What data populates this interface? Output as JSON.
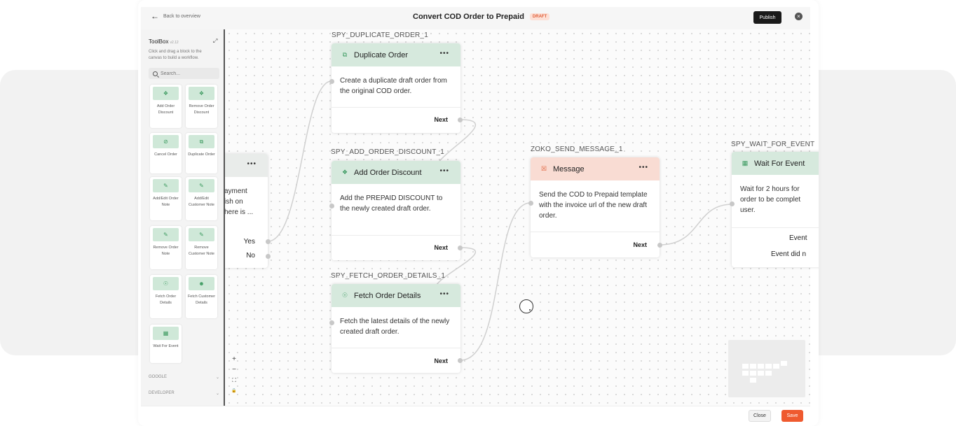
{
  "header": {
    "back_label": "Back to overview",
    "title": "Convert COD Order to Prepaid",
    "status_badge": "DRAFT",
    "publish_label": "Publish"
  },
  "toolbox": {
    "title": "ToolBox",
    "version": "v2.12",
    "description": "Click and drag a block to the canvas to build a workflow.",
    "search_placeholder": "Search...",
    "blocks": [
      {
        "label": "Add Order Discount",
        "icon": "tag-icon"
      },
      {
        "label": "Remove Order Discount",
        "icon": "tag-icon"
      },
      {
        "label": "Cancel Order",
        "icon": "cancel-icon"
      },
      {
        "label": "Duplicate Order",
        "icon": "copy-icon"
      },
      {
        "label": "Add/Edit Order Note",
        "icon": "note-icon"
      },
      {
        "label": "Add/Edit Customer Note",
        "icon": "note-icon"
      },
      {
        "label": "Remove Order Note",
        "icon": "note-icon"
      },
      {
        "label": "Remove Customer Note",
        "icon": "note-icon"
      },
      {
        "label": "Fetch Order Details",
        "icon": "globe-icon"
      },
      {
        "label": "Fetch Customer Details",
        "icon": "user-icon"
      },
      {
        "label": "Wait For Event",
        "icon": "calendar-icon"
      }
    ],
    "sections": [
      "GOOGLE",
      "DEVELOPER"
    ]
  },
  "nodes": {
    "partial_condition": {
      "desc_lines": [
        "ayment",
        "ish on",
        "here is ..."
      ],
      "yes": "Yes",
      "no": "No"
    },
    "duplicate": {
      "id": "SPY_DUPLICATE_ORDER_1",
      "title": "Duplicate Order",
      "desc": "Create a duplicate draft order from the original COD order.",
      "next": "Next"
    },
    "add_discount": {
      "id": "SPY_ADD_ORDER_DISCOUNT_1",
      "title": "Add Order Discount",
      "desc": "Add the PREPAID DISCOUNT to the newly created draft order.",
      "next": "Next"
    },
    "fetch": {
      "id": "SPY_FETCH_ORDER_DETAILS_1",
      "title": "Fetch Order Details",
      "desc": "Fetch the latest details of the newly created draft order.",
      "next": "Next"
    },
    "message": {
      "id": "ZOKO_SEND_MESSAGE_1",
      "title": "Message",
      "desc": "Send the COD to Prepaid template with the invoice url of the new draft order.",
      "next": "Next"
    },
    "wait": {
      "id": "SPY_WAIT_FOR_EVENT",
      "title": "Wait For Event",
      "desc": "Wait for 2 hours for order to be complet user.",
      "outcome_1": "Event",
      "outcome_2": "Event did n"
    }
  },
  "zoom_controls": [
    "+",
    "−",
    "⛶",
    "🔒"
  ],
  "footer": {
    "close_label": "Close",
    "save_label": "Save"
  },
  "colors": {
    "accent": "#ef5a2f",
    "node_header_green": "#d6e9dd",
    "node_header_message": "#f9dcd3",
    "toolbox_icon": "#cfe8d8"
  }
}
